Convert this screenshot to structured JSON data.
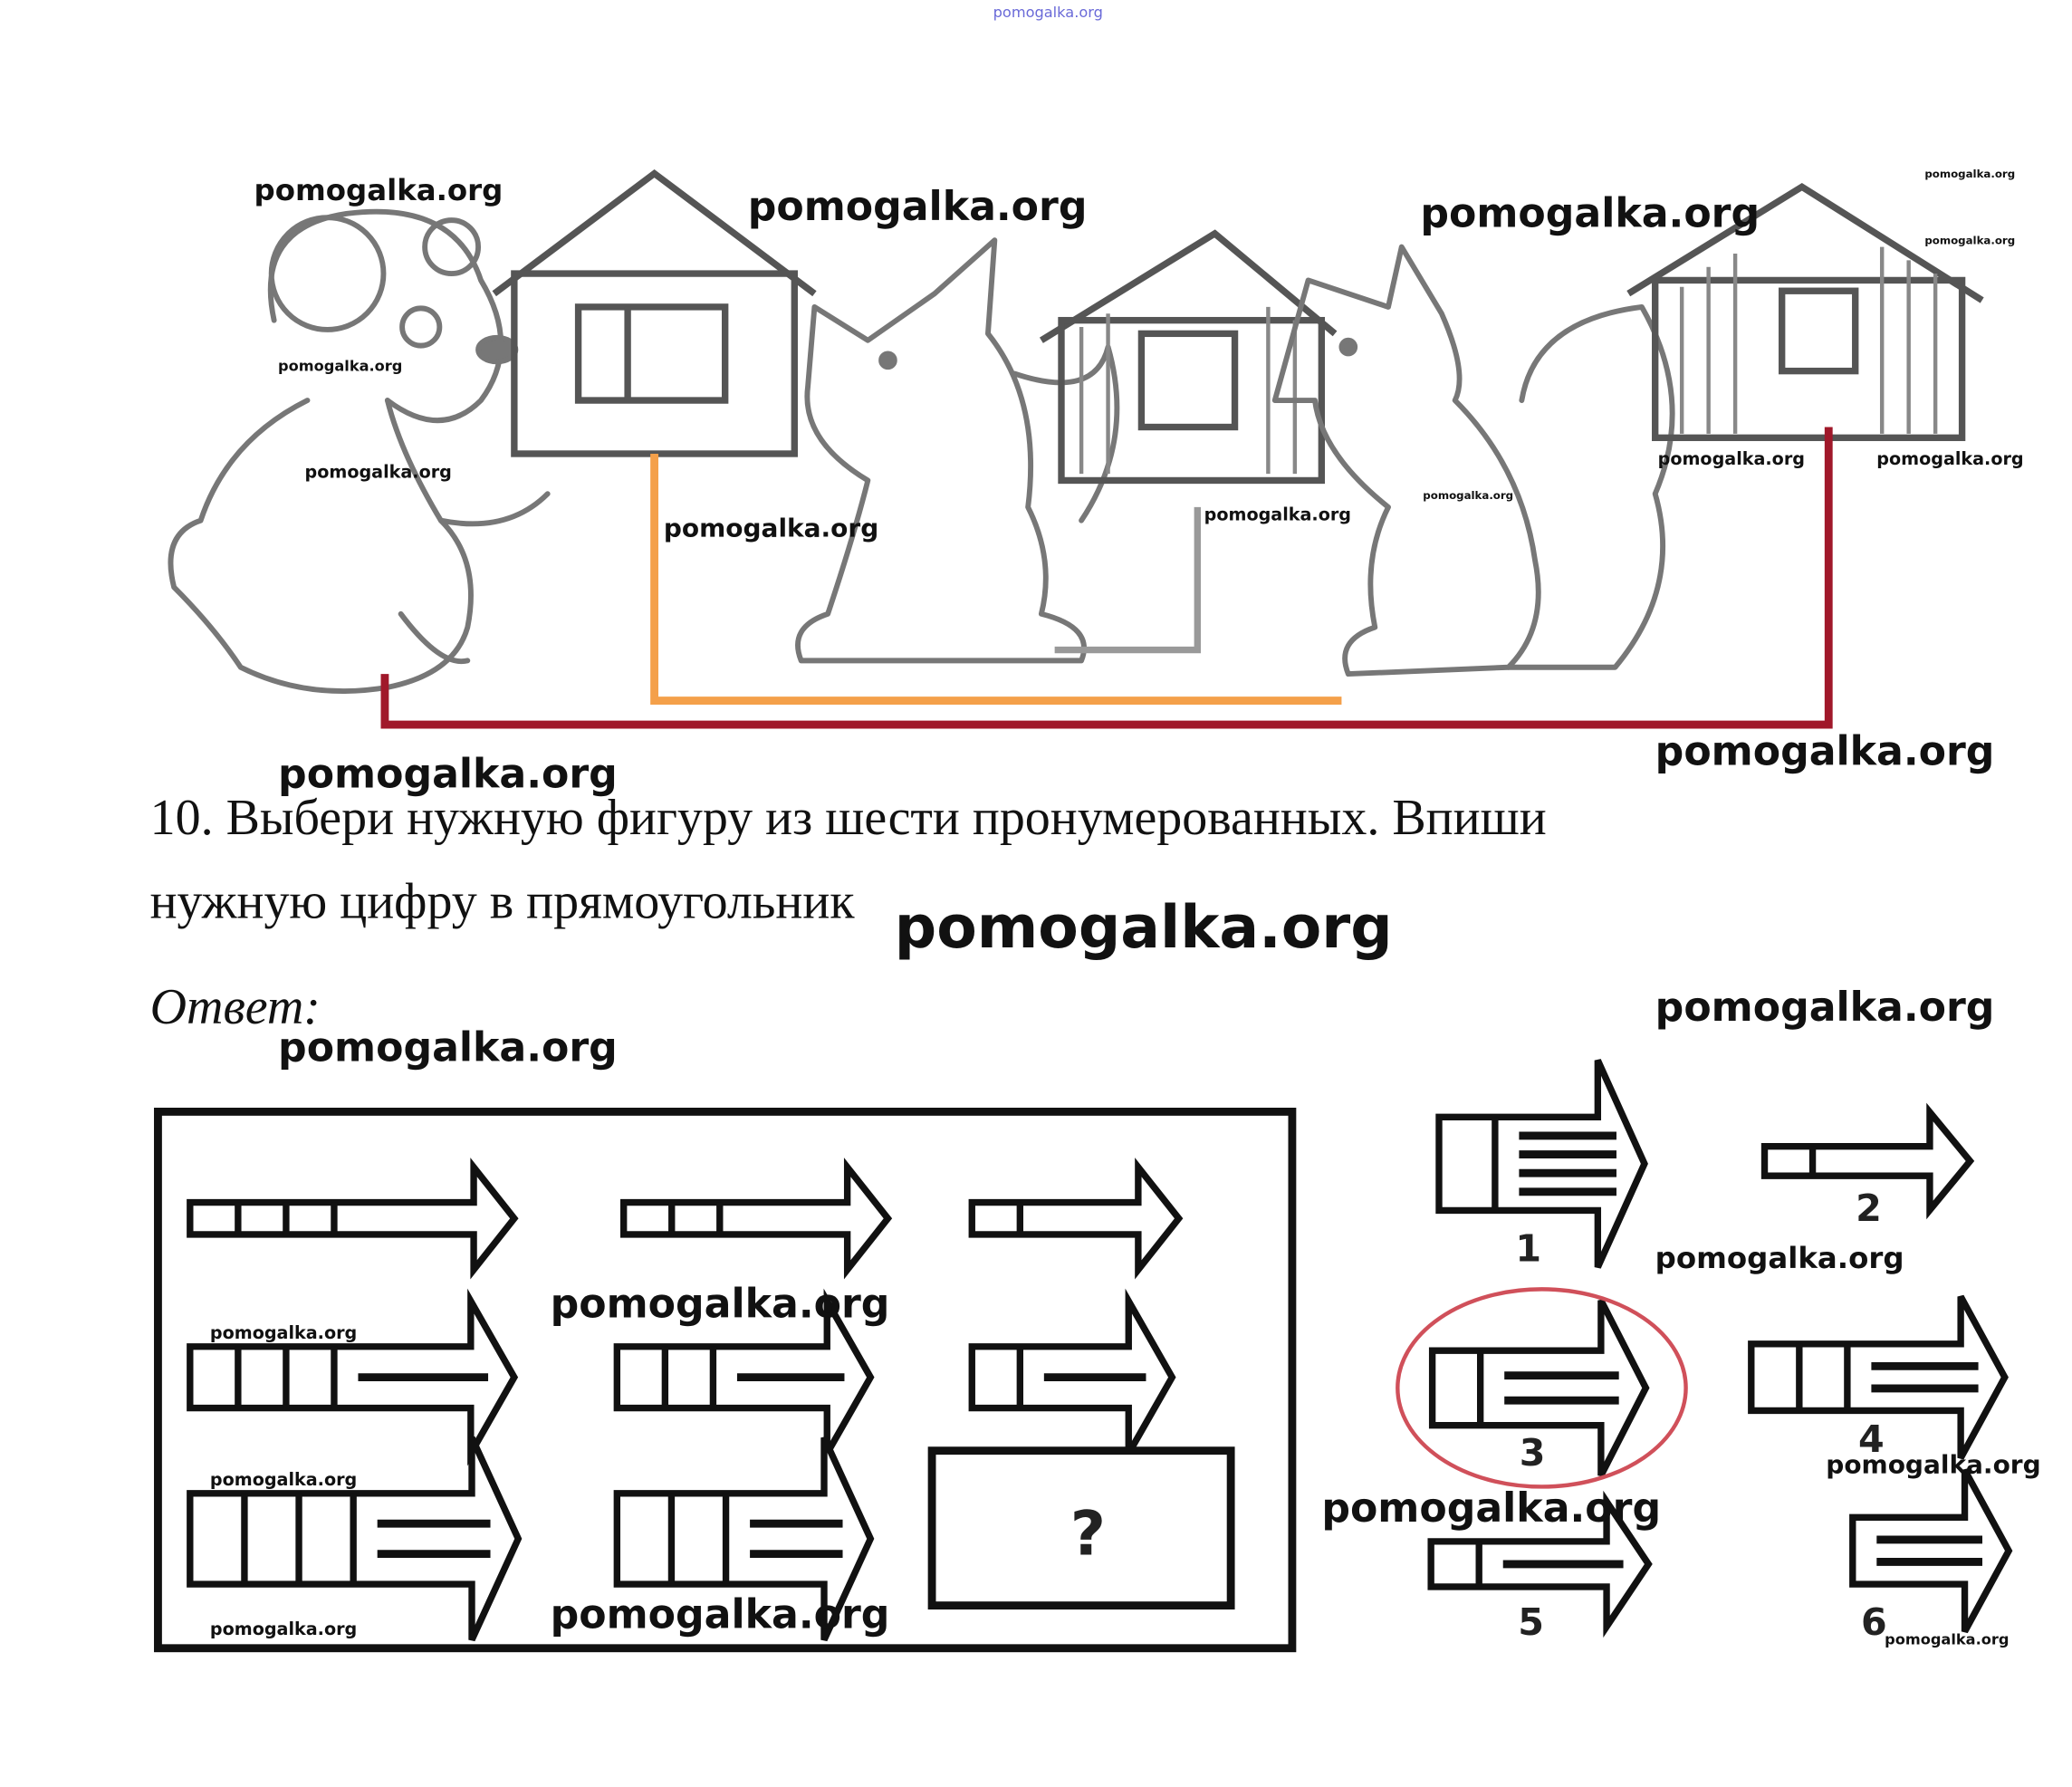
{
  "watermark": "pomogalka.org",
  "top_watermark": "pomogalka.org",
  "task": {
    "number_line1": "10. Выбери нужную фигуру из шести пронумерованных. Впиши",
    "line2": "нужную цифру в прямоугольник",
    "answer_label": "Ответ:",
    "question_mark": "?"
  },
  "puzzle_grid": [
    {
      "cells": 3,
      "lines": 0
    },
    {
      "cells": 2,
      "lines": 0
    },
    {
      "cells": 1,
      "lines": 0
    },
    {
      "cells": 3,
      "lines": 1
    },
    {
      "cells": 2,
      "lines": 1
    },
    {
      "cells": 1,
      "lines": 1
    },
    {
      "cells": 3,
      "lines": 2
    },
    {
      "cells": 2,
      "lines": 2
    }
  ],
  "options": [
    {
      "label": "1",
      "cells": 1,
      "lines": 4
    },
    {
      "label": "2",
      "cells": 1,
      "lines": 0
    },
    {
      "label": "3",
      "cells": 1,
      "lines": 2,
      "selected": true
    },
    {
      "label": "4",
      "cells": 2,
      "lines": 2
    },
    {
      "label": "5",
      "cells": 1,
      "lines": 1
    },
    {
      "label": "6",
      "cells": 0,
      "lines": 2
    }
  ],
  "colors": {
    "orange_path": "#f4a04a",
    "gray_path": "#999999",
    "red_path": "#a0182a",
    "selection_circle": "#d0505a",
    "watermark_top": "#6a6ad8"
  }
}
